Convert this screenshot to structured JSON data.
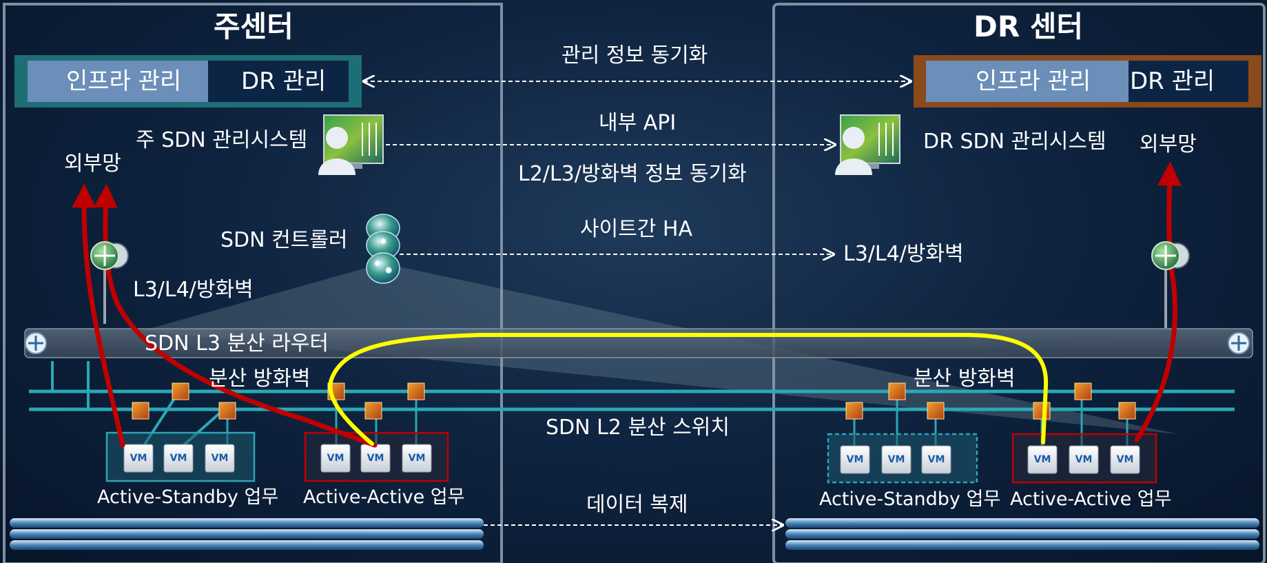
{
  "centers": {
    "primary": {
      "title": "주센터",
      "infra_label": "인프라 관리",
      "dr_label": "DR 관리",
      "sdn_mgmt": "주 SDN 관리시스템",
      "external": "외부망",
      "controller": "SDN 컨트롤러",
      "l3l4": "L3/L4/방화벽",
      "firewall": "분산 방화벽",
      "group_standby": "Active-Standby 업무",
      "group_active": "Active-Active 업무"
    },
    "dr": {
      "title": "DR 센터",
      "infra_label": "인프라 관리",
      "dr_label": "DR 관리",
      "sdn_mgmt": "DR SDN 관리시스템",
      "external": "외부망",
      "l3l4": "L3/L4/방화벽",
      "firewall": "분산 방화벽",
      "group_standby": "Active-Standby 업무",
      "group_active": "Active-Active 업무"
    }
  },
  "links": {
    "mgmt_sync": "관리 정보 동기화",
    "internal_api": "내부 API",
    "l2l3_sync": "L2/L3/방화벽 정보 동기화",
    "site_ha": "사이트간 HA",
    "data_replication": "데이터 복제"
  },
  "shared": {
    "l3_router": "SDN L3 분산 라우터",
    "l2_switch": "SDN L2 분산 스위치",
    "vm": "VM"
  },
  "colors": {
    "flow_red": "#c00000",
    "flow_yellow": "#ffff00",
    "bus_cyan": "#2aa7b5",
    "infra_box": "#6b8fb8",
    "dr_box": "#0d2545",
    "primary_frame": "#1e6e76",
    "dr_frame": "#8a4a1c"
  }
}
